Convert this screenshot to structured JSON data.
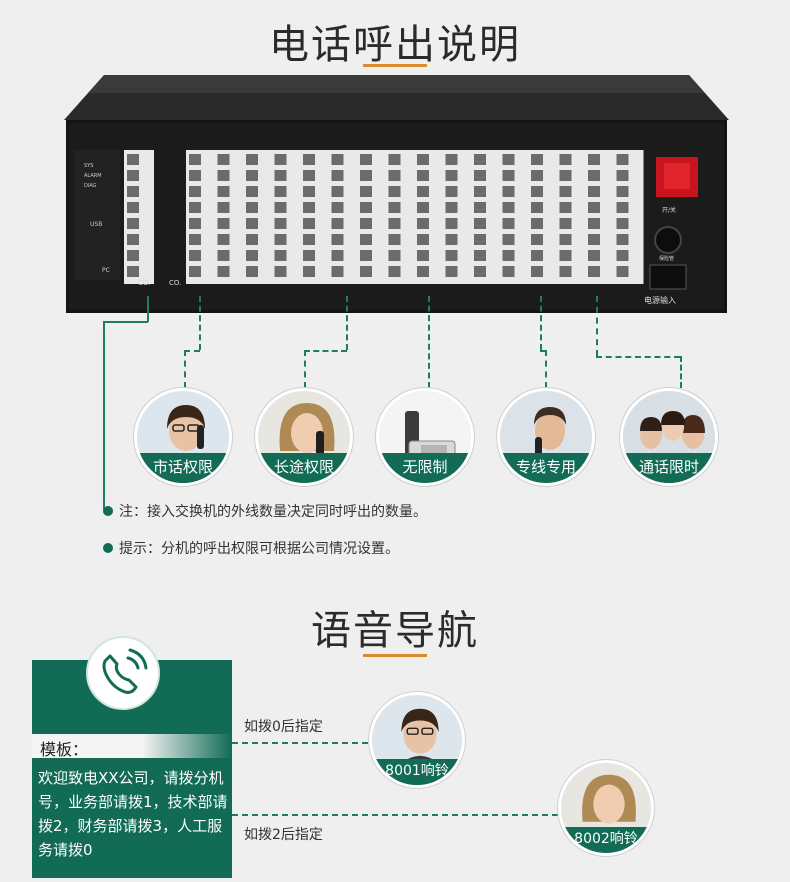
{
  "section1": {
    "title": "电话呼出说明",
    "circles": [
      {
        "label": "市话权限",
        "icon": "woman-glasses-phone-icon"
      },
      {
        "label": "长途权限",
        "icon": "woman-phone-icon"
      },
      {
        "label": "无限制",
        "icon": "desk-phone-icon"
      },
      {
        "label": "专线专用",
        "icon": "man-phone-icon"
      },
      {
        "label": "通话限时",
        "icon": "call-center-team-icon"
      }
    ],
    "notes": [
      "注：接入交换机的外线数量决定同时呼出的数量。",
      "提示：分机的呼出权限可根据公司情况设置。"
    ]
  },
  "device": {
    "left_labels": [
      "SYS",
      "ALARM",
      "DIAG",
      "USB",
      "PC"
    ],
    "co_label": "CO.",
    "ext_label": "EXT.",
    "switch_label": "开/关",
    "fuse_label": "保险管",
    "power_label": "电源输入"
  },
  "section2": {
    "title": "语音导航",
    "template_label": "模板：",
    "template_text": "欢迎致电XX公司，请拨分机号，业务部请拨1，技术部请拨2，财务部请拨3，人工服务请拨0",
    "hint1": "如拨0后指定",
    "hint2": "如拨2后指定",
    "ring1": "8001响铃",
    "ring2": "8002响铃",
    "icon": "phone-call-icon"
  }
}
